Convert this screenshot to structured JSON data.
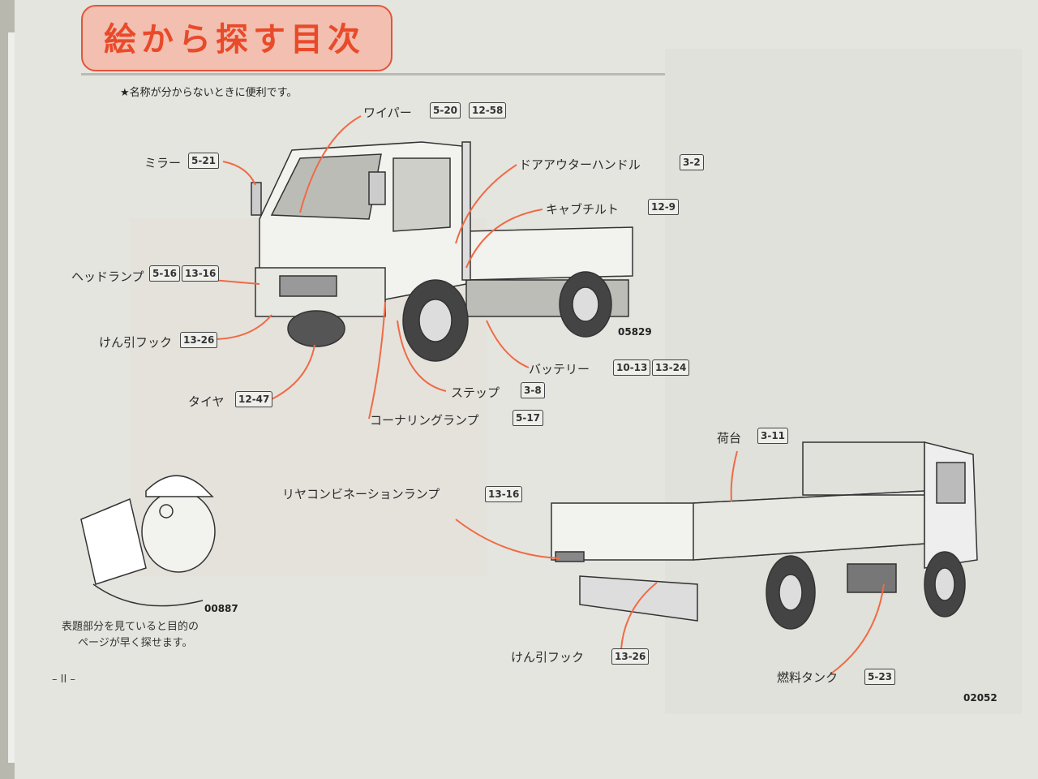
{
  "title": "絵から探す目次",
  "note": "★名称が分からないときに便利です。",
  "front_truck": {
    "code": "05829",
    "labels": [
      {
        "name": "ワイパー",
        "pages": [
          "5-20",
          "12-58"
        ]
      },
      {
        "name": "ミラー",
        "pages": [
          "5-21"
        ]
      },
      {
        "name": "ドアアウターハンドル",
        "pages": [
          "3-2"
        ]
      },
      {
        "name": "キャブチルト",
        "pages": [
          "12-9"
        ]
      },
      {
        "name": "ヘッドランプ",
        "pages": [
          "5-16",
          "13-16"
        ]
      },
      {
        "name": "けん引フック",
        "pages": [
          "13-26"
        ]
      },
      {
        "name": "バッテリー",
        "pages": [
          "10-13",
          "13-24"
        ]
      },
      {
        "name": "タイヤ",
        "pages": [
          "12-47"
        ]
      },
      {
        "name": "ステップ",
        "pages": [
          "3-8"
        ]
      },
      {
        "name": "コーナリングランプ",
        "pages": [
          "5-17"
        ]
      }
    ]
  },
  "rear_truck": {
    "code": "02052",
    "labels": [
      {
        "name": "荷台",
        "pages": [
          "3-11"
        ]
      },
      {
        "name": "リヤコンビネーションランプ",
        "pages": [
          "13-16"
        ]
      },
      {
        "name": "けん引フック",
        "pages": [
          "13-26"
        ]
      },
      {
        "name": "燃料タンク",
        "pages": [
          "5-23"
        ]
      }
    ]
  },
  "illustration": {
    "code": "00887",
    "caption_line1": "表題部分を見ていると目的の",
    "caption_line2": "ページが早く探せます。"
  },
  "page_number": "– II –",
  "colors": {
    "accent": "#e94a2a",
    "leader": "#f06a45"
  }
}
